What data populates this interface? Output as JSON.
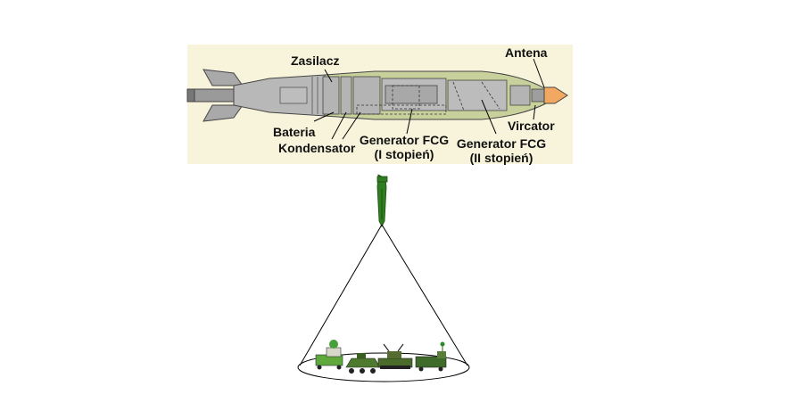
{
  "labels": {
    "power_supply": "Zasilacz",
    "antenna": "Antena",
    "battery": "Bateria",
    "capacitor": "Kondensator",
    "fcg1_line1": "Generator FCG",
    "fcg1_line2": "(I stopień)",
    "fcg2_line1": "Generator FCG",
    "fcg2_line2": "(II stopień)",
    "vircator": "Vircator"
  },
  "colors": {
    "panel_background": "#f8f4dc",
    "casing_gray": "#b8b8b8",
    "casing_olive": "#c8d09c",
    "nose_cone": "#f2a860",
    "falling_bomb_green": "#2e7d1e",
    "cone_line": "#000000"
  },
  "icons": [
    "bomb-cutaway-diagram",
    "falling-bomb-icon",
    "target-vehicles-icon"
  ]
}
